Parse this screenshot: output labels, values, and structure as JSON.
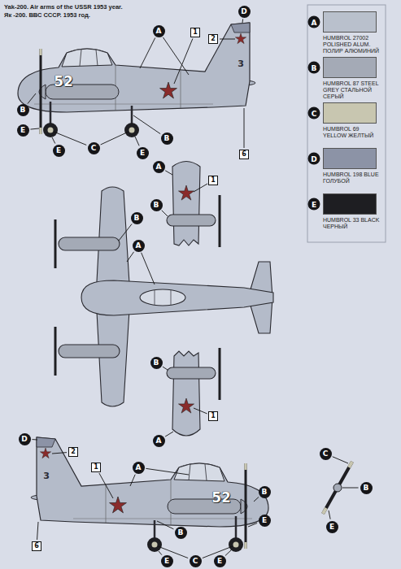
{
  "diagram": {
    "title": "Yak-200. Air arms of the USSR 1953 year.",
    "nodes": [
      {
        "text": [
          "A"
        ]
      },
      {
        "text": [
          "1"
        ]
      },
      {
        "text": [
          "2"
        ]
      },
      {
        "text": [
          "D"
        ]
      },
      {
        "text": [
          "B"
        ]
      },
      {
        "text": [
          "E"
        ]
      },
      {
        "text": [
          "E"
        ]
      },
      {
        "text": [
          "C"
        ]
      },
      {
        "text": [
          "E"
        ]
      },
      {
        "text": [
          "B"
        ]
      },
      {
        "text": [
          "6"
        ]
      },
      {
        "text": [
          "A"
        ]
      },
      {
        "text": [
          "1"
        ]
      },
      {
        "text": [
          "B"
        ]
      },
      {
        "text": [
          "B"
        ]
      },
      {
        "text": [
          "A"
        ]
      },
      {
        "text": [
          "B"
        ]
      },
      {
        "text": [
          "1"
        ]
      },
      {
        "text": [
          "A"
        ]
      },
      {
        "text": [
          "D"
        ]
      },
      {
        "text": [
          "2"
        ]
      },
      {
        "text": [
          "1"
        ]
      },
      {
        "text": [
          "A"
        ]
      },
      {
        "text": [
          "6"
        ]
      },
      {
        "text": [
          "E"
        ]
      },
      {
        "text": [
          "B"
        ]
      },
      {
        "text": [
          "C"
        ]
      },
      {
        "text": [
          "E"
        ]
      },
      {
        "text": [
          "B"
        ]
      },
      {
        "text": [
          "E"
        ]
      },
      {
        "text": [
          "C"
        ]
      },
      {
        "text": [
          "B"
        ]
      },
      {
        "text": [
          "E"
        ]
      }
    ],
    "labels": [
      "Як -200. ВВС СССР. 1953 год.",
      "52",
      "3",
      "3",
      "52",
      "A",
      "B",
      "C",
      "D",
      "E"
    ],
    "legend": [
      {
        "text": "HUMBROL 27002 POLISHED ALUM. ПОЛИР АЛЮМИНИЙ",
        "color": "#b9c0cc"
      },
      {
        "text": "HUMBROL 87 STEEL GREY СТАЛЬНОЙ СЕРЫЙ",
        "color": "#a4aab6"
      },
      {
        "text": "HUMBROL 69 YELLOW ЖЕЛТЫЙ",
        "color": "#c8c6b0"
      },
      {
        "text": "HUMBROL 198 BLUE ГОЛУБОЙ",
        "color": "#8c93a6"
      },
      {
        "text": "HUMBROL 33 BLACK ЧЕРНЫЙ",
        "color": "#1e1e22"
      }
    ]
  }
}
